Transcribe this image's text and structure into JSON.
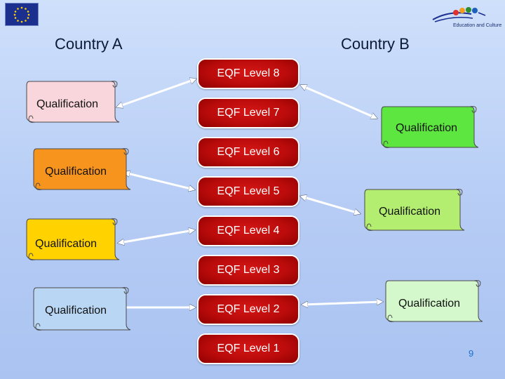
{
  "header": {
    "country_a": "Country A",
    "country_b": "Country B",
    "logo_text": "Education and Culture"
  },
  "eqf_levels": [
    "EQF Level 8",
    "EQF Level 7",
    "EQF Level 6",
    "EQF Level 5",
    "EQF Level 4",
    "EQF Level 3",
    "EQF Level 2",
    "EQF Level 1"
  ],
  "country_a_qualifications": [
    {
      "label": "Qualification",
      "color": "#f9d6dc"
    },
    {
      "label": "Qualification",
      "color": "#f7941e"
    },
    {
      "label": "Qualification",
      "color": "#ffd200"
    },
    {
      "label": "Qualification",
      "color": "#b9d7f5"
    }
  ],
  "country_b_qualifications": [
    {
      "label": "Qualification",
      "color": "#5ce63f"
    },
    {
      "label": "Qualification",
      "color": "#b4ee70"
    },
    {
      "label": "Qualification",
      "color": "#d4f8cb"
    }
  ],
  "page_number": "9",
  "colors": {
    "eqf_box": "#c00d0d",
    "arrow": "#ffffff",
    "background": "#bcd0f7"
  }
}
